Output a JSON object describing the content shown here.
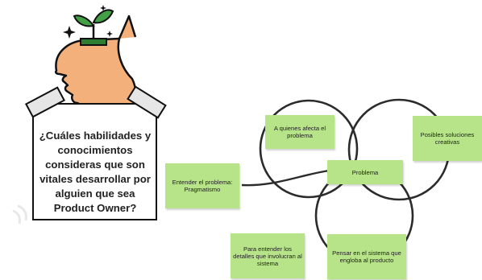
{
  "question": {
    "text": "¿Cuáles habilidades y conocimientos consideras que son vitales desarrollar por alguien que sea Product Owner?"
  },
  "notes": {
    "affected": "A quienes afecta el problema",
    "solutions": "Posibles soluciones creativas",
    "understand": "Entender el problema: Pragmatismo",
    "problem": "Problema",
    "details": "Para entender los detalles que involucran al sistema",
    "system": "Pensar en el sistema que engloba al producto"
  },
  "colors": {
    "note": "#b7e489",
    "ink": "#111111",
    "leaf": "#2e7d32",
    "skin": "#f3b07a",
    "tape": "#e6e6e6"
  },
  "icons": [
    "plant-icon",
    "sparkle-icon",
    "head-silhouette-icon",
    "tape-icon"
  ]
}
